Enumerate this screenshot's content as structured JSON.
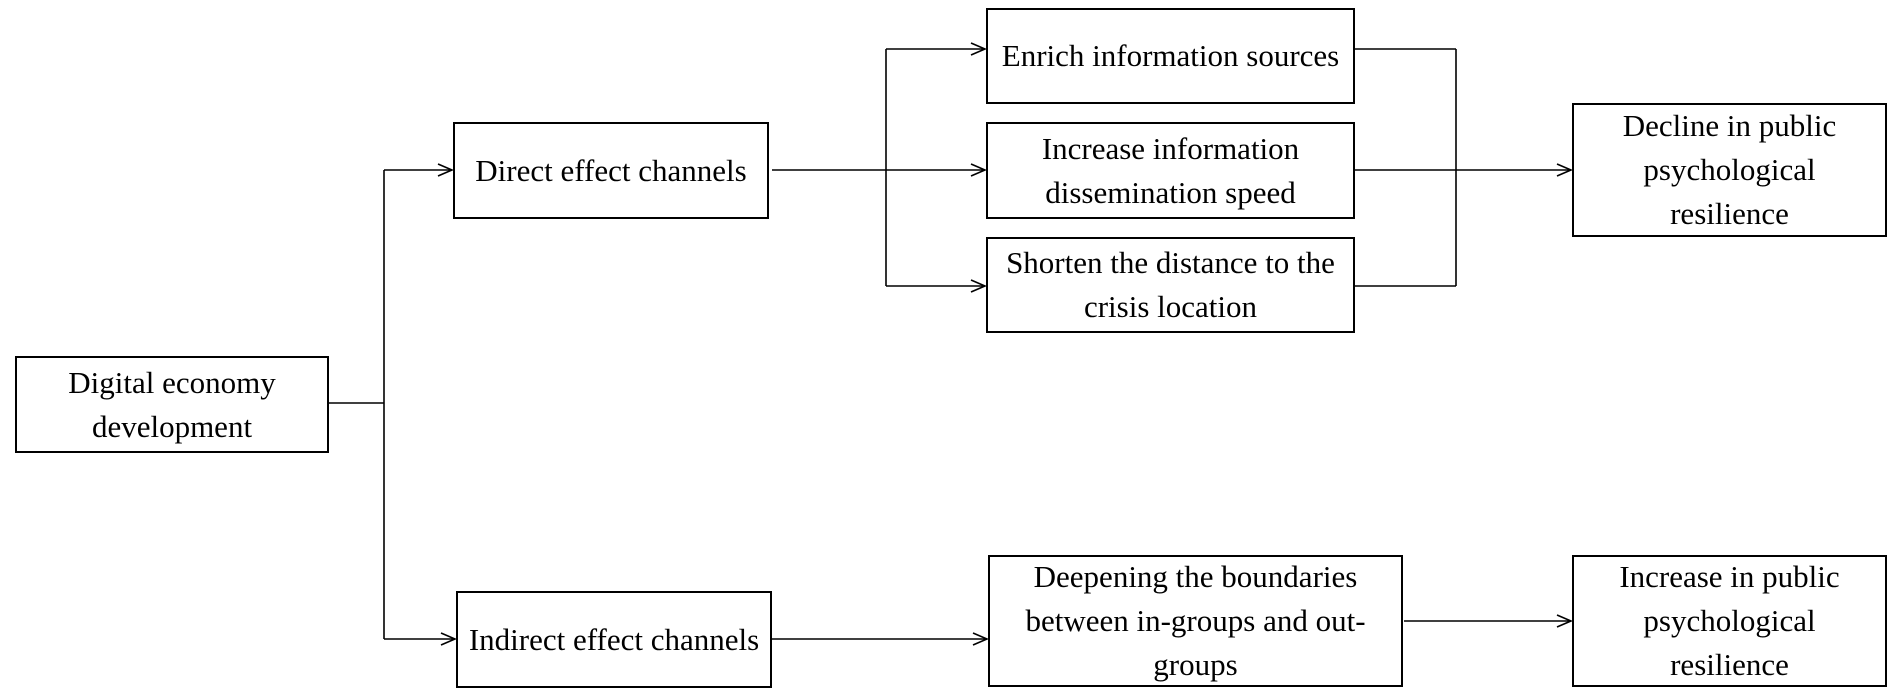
{
  "nodes": {
    "digital_economy": "Digital economy development",
    "direct_channels": "Direct effect channels",
    "indirect_channels": "Indirect effect channels",
    "enrich_sources": "Enrich information sources",
    "increase_speed": "Increase information dissemination speed",
    "shorten_distance": "Shorten the distance to the crisis location",
    "deepening_boundaries": "Deepening the boundaries between in-groups and out-groups",
    "decline_resilience": "Decline in public psychological resilience",
    "increase_resilience": "Increase in public psychological resilience"
  }
}
